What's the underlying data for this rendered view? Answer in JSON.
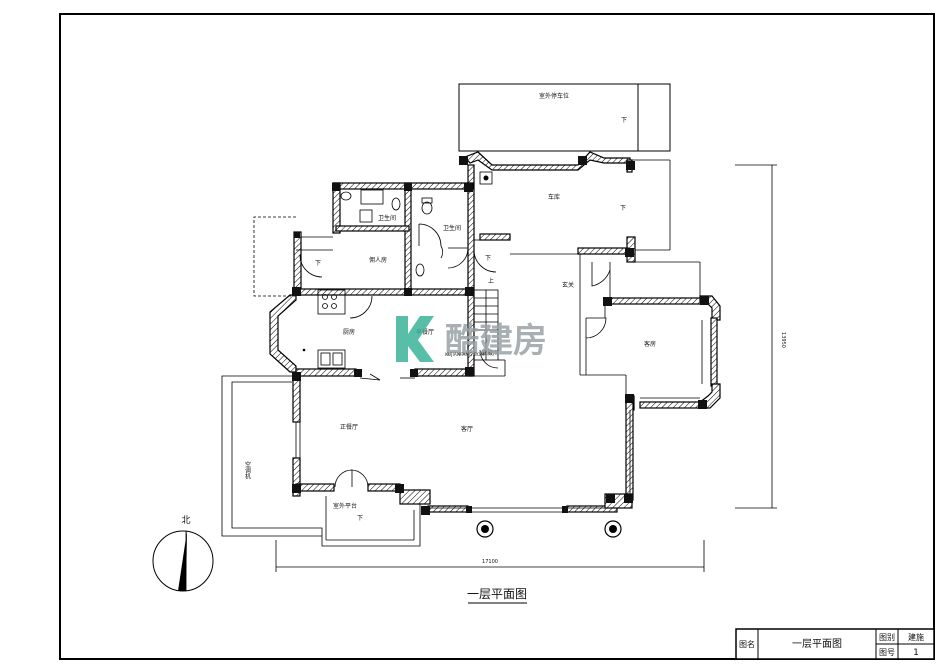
{
  "drawing_title": "一层平面图",
  "compass_label": "北",
  "dimensions": {
    "total_width": "17100",
    "total_height": "13950"
  },
  "rooms": {
    "outdoor_parking": "室外停车位",
    "garage": "车库",
    "bathroom_1": "卫生间",
    "bathroom_2": "卫生间",
    "maid_room": "佣人房",
    "kitchen": "厨房",
    "breakfast_room": "早餐厅",
    "foyer": "玄关",
    "guest_room": "客房",
    "storage": "储藏间",
    "dining": "正餐厅",
    "living": "客厅",
    "terrace": "室外平台",
    "ac_unit": "空调机"
  },
  "level_marks": {
    "down": "下",
    "up": "上"
  },
  "title_block": {
    "name_label": "图名",
    "name_value": "一层平面图",
    "scale_label": "图别",
    "scale_value": "建施",
    "number_label": "图号",
    "number_value": "1"
  },
  "watermark": {
    "brand": "酷建房",
    "sub": "KUJIANFANG.COM"
  },
  "colors": {
    "line": "#000000",
    "watermark_green": "#3bb39a",
    "watermark_gray": "#9aa3a8"
  }
}
